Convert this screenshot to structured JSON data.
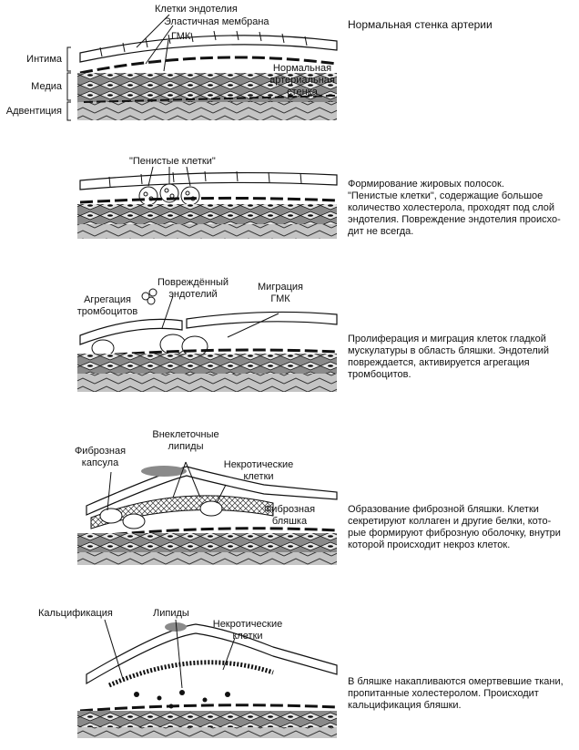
{
  "panels": [
    {
      "title": "Нормальная стенка артерии",
      "labels": {
        "endothelium": "Клетки эндотелия",
        "membrane": "Эластичная мембрана",
        "smc": "ГМК",
        "intima": "Интима",
        "media": "Медиа",
        "adventitia": "Адвентиция",
        "normal_wall": "Нормальная\nартериальная\nстенка"
      }
    },
    {
      "labels": {
        "foam_cells": "\"Пенистые клетки\""
      },
      "description": "Формирование жировых полосок.\n\"Пенистые клетки\", содержащие большое\nколичество холестерола, проходят под слой\nэндотелия. Повреждение эндотелия происхо-\nдит не всегда."
    },
    {
      "labels": {
        "damaged_endothelium": "Повреждённый\nэндотелий",
        "platelet_aggregation": "Агрегация\nтромбоцитов",
        "smc_migration": "Миграция\nГМК"
      },
      "description": "Пролиферация и миграция клеток гладкой\nмускулатуры в область бляшки. Эндотелий\nповреждается, активируется агрегация\nтромбоцитов."
    },
    {
      "labels": {
        "extracellular_lipids": "Внеклеточные\nлипиды",
        "fibrous_capsule": "Фиброзная\nкапсула",
        "necrotic_cells": "Некротические\nклетки",
        "fibrous_plaque": "Фиброзная\nбляшка"
      },
      "description": "Образование фиброзной бляшки. Клетки\nсекретируют коллаген и другие белки, кото-\nрые формируют фиброзную оболочку, внутри\nкоторой происходит некроз клеток."
    },
    {
      "labels": {
        "calcification": "Кальцификация",
        "lipids": "Липиды",
        "necrotic_cells": "Некротические\nклетки"
      },
      "description": "В бляшке накапливаются омертвевшие ткани,\nпропитанные холестеролом. Происходит\nкальцификация бляшки."
    }
  ]
}
